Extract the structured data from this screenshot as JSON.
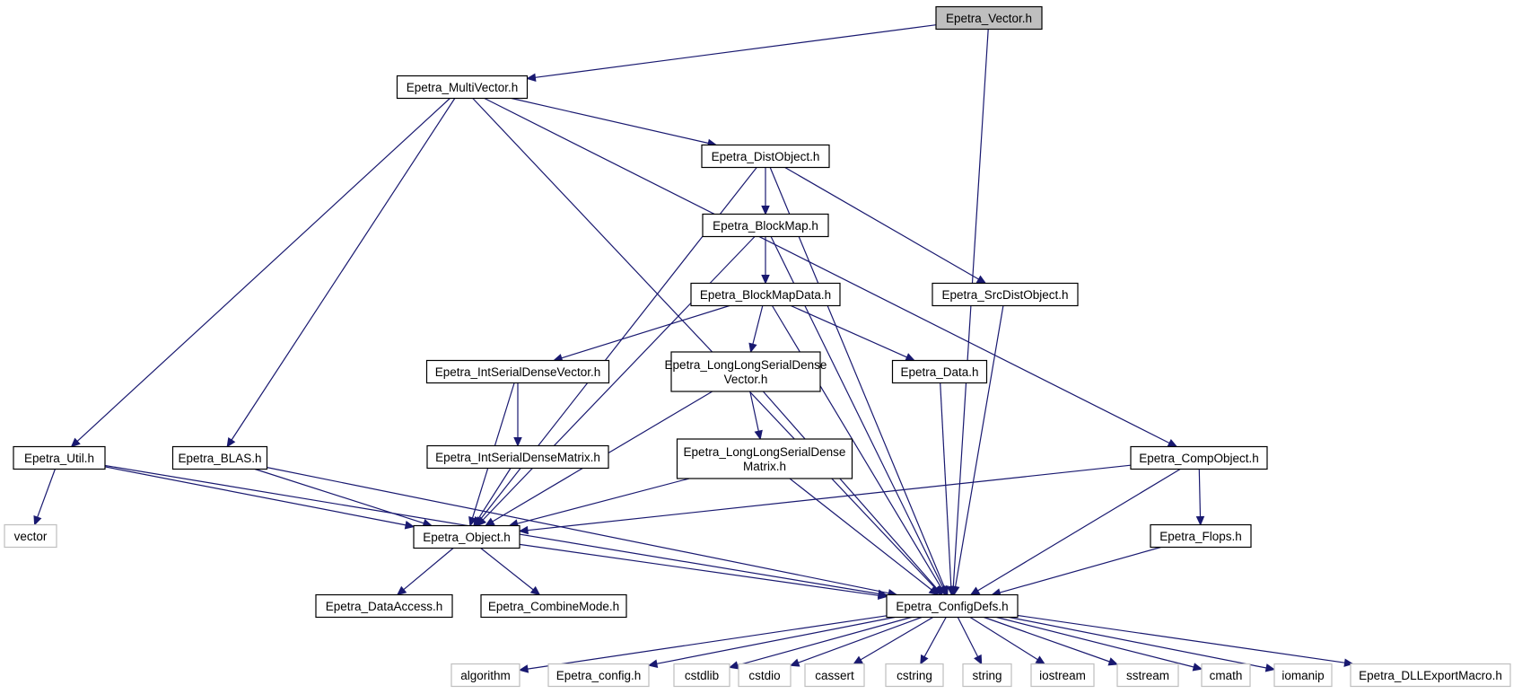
{
  "colors": {
    "edge": "#191970",
    "root_fill": "#bfbfbf",
    "node_fill": "#ffffff",
    "node_stroke": "#000000",
    "external_stroke": "#bfbfbf"
  },
  "nodes": [
    {
      "id": "vector_h",
      "label": "Epetra_Vector.h"
    },
    {
      "id": "multivector",
      "label": "Epetra_MultiVector.h"
    },
    {
      "id": "distobject",
      "label": "Epetra_DistObject.h"
    },
    {
      "id": "blockmap",
      "label": "Epetra_BlockMap.h"
    },
    {
      "id": "blockmapdata",
      "label": "Epetra_BlockMapData.h"
    },
    {
      "id": "srcdistobject",
      "label": "Epetra_SrcDistObject.h"
    },
    {
      "id": "intserialdensevector",
      "label": "Epetra_IntSerialDenseVector.h"
    },
    {
      "id": "longlongvector",
      "label": "Epetra_LongLongSerialDense\nVector.h"
    },
    {
      "id": "data",
      "label": "Epetra_Data.h"
    },
    {
      "id": "intserialdensematrix",
      "label": "Epetra_IntSerialDenseMatrix.h"
    },
    {
      "id": "longlongmatrix",
      "label": "Epetra_LongLongSerialDense\nMatrix.h"
    },
    {
      "id": "util",
      "label": "Epetra_Util.h"
    },
    {
      "id": "blas",
      "label": "Epetra_BLAS.h"
    },
    {
      "id": "compobject",
      "label": "Epetra_CompObject.h"
    },
    {
      "id": "vector",
      "label": "vector"
    },
    {
      "id": "object",
      "label": "Epetra_Object.h"
    },
    {
      "id": "flops",
      "label": "Epetra_Flops.h"
    },
    {
      "id": "dataaccess",
      "label": "Epetra_DataAccess.h"
    },
    {
      "id": "combinemode",
      "label": "Epetra_CombineMode.h"
    },
    {
      "id": "configdefs",
      "label": "Epetra_ConfigDefs.h"
    },
    {
      "id": "algorithm",
      "label": "algorithm"
    },
    {
      "id": "epetra_config",
      "label": "Epetra_config.h"
    },
    {
      "id": "cstdlib",
      "label": "cstdlib"
    },
    {
      "id": "cstdio",
      "label": "cstdio"
    },
    {
      "id": "cassert",
      "label": "cassert"
    },
    {
      "id": "cstring",
      "label": "cstring"
    },
    {
      "id": "string",
      "label": "string"
    },
    {
      "id": "iostream",
      "label": "iostream"
    },
    {
      "id": "sstream",
      "label": "sstream"
    },
    {
      "id": "cmath",
      "label": "cmath"
    },
    {
      "id": "iomanip",
      "label": "iomanip"
    },
    {
      "id": "dllexport",
      "label": "Epetra_DLLExportMacro.h"
    }
  ],
  "edges": [
    {
      "from": "vector_h",
      "to": "multivector"
    },
    {
      "from": "vector_h",
      "to": "configdefs"
    },
    {
      "from": "multivector",
      "to": "distobject"
    },
    {
      "from": "multivector",
      "to": "util"
    },
    {
      "from": "multivector",
      "to": "blas"
    },
    {
      "from": "multivector",
      "to": "compobject"
    },
    {
      "from": "multivector",
      "to": "configdefs"
    },
    {
      "from": "distobject",
      "to": "blockmap"
    },
    {
      "from": "distobject",
      "to": "srcdistobject"
    },
    {
      "from": "distobject",
      "to": "object"
    },
    {
      "from": "distobject",
      "to": "configdefs"
    },
    {
      "from": "blockmap",
      "to": "blockmapdata"
    },
    {
      "from": "blockmap",
      "to": "object"
    },
    {
      "from": "blockmap",
      "to": "configdefs"
    },
    {
      "from": "blockmapdata",
      "to": "intserialdensevector"
    },
    {
      "from": "blockmapdata",
      "to": "longlongvector"
    },
    {
      "from": "blockmapdata",
      "to": "data"
    },
    {
      "from": "blockmapdata",
      "to": "configdefs"
    },
    {
      "from": "srcdistobject",
      "to": "configdefs"
    },
    {
      "from": "intserialdensevector",
      "to": "intserialdensematrix"
    },
    {
      "from": "intserialdensevector",
      "to": "object"
    },
    {
      "from": "longlongvector",
      "to": "longlongmatrix"
    },
    {
      "from": "longlongvector",
      "to": "object"
    },
    {
      "from": "longlongvector",
      "to": "configdefs"
    },
    {
      "from": "data",
      "to": "configdefs"
    },
    {
      "from": "intserialdensematrix",
      "to": "object"
    },
    {
      "from": "longlongmatrix",
      "to": "object"
    },
    {
      "from": "longlongmatrix",
      "to": "configdefs"
    },
    {
      "from": "util",
      "to": "vector"
    },
    {
      "from": "util",
      "to": "object"
    },
    {
      "from": "util",
      "to": "configdefs"
    },
    {
      "from": "blas",
      "to": "object"
    },
    {
      "from": "blas",
      "to": "configdefs"
    },
    {
      "from": "compobject",
      "to": "object"
    },
    {
      "from": "compobject",
      "to": "flops"
    },
    {
      "from": "compobject",
      "to": "configdefs"
    },
    {
      "from": "object",
      "to": "dataaccess"
    },
    {
      "from": "object",
      "to": "combinemode"
    },
    {
      "from": "object",
      "to": "configdefs"
    },
    {
      "from": "flops",
      "to": "configdefs"
    },
    {
      "from": "configdefs",
      "to": "algorithm"
    },
    {
      "from": "configdefs",
      "to": "epetra_config"
    },
    {
      "from": "configdefs",
      "to": "cstdlib"
    },
    {
      "from": "configdefs",
      "to": "cstdio"
    },
    {
      "from": "configdefs",
      "to": "cassert"
    },
    {
      "from": "configdefs",
      "to": "cstring"
    },
    {
      "from": "configdefs",
      "to": "string"
    },
    {
      "from": "configdefs",
      "to": "iostream"
    },
    {
      "from": "configdefs",
      "to": "sstream"
    },
    {
      "from": "configdefs",
      "to": "cmath"
    },
    {
      "from": "configdefs",
      "to": "iomanip"
    },
    {
      "from": "configdefs",
      "to": "dllexport"
    }
  ]
}
